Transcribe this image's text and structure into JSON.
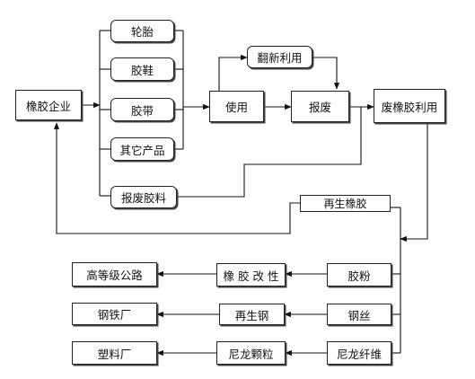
{
  "nodes": {
    "rubber_enterprise": "橡胶企业",
    "tire": "轮胎",
    "rubber_shoes": "胶鞋",
    "rubber_belt": "胶带",
    "other_products": "其它产品",
    "scrap_material": "报废胶料",
    "use": "使用",
    "retread_use": "翻新利用",
    "scrap": "报废",
    "waste_rubber_use": "废橡胶利用",
    "reclaimed_rubber": "再生橡胶",
    "rubber_powder": "胶粉",
    "steel_wire": "钢丝",
    "nylon_fiber": "尼龙纤维",
    "rubber_modification": "橡 胶 改 性",
    "recycled_steel": "再生钢",
    "nylon_granules": "尼龙颗粒",
    "highway": "高等级公路",
    "steel_mill": "钢铁厂",
    "plastics_factory": "塑料厂"
  }
}
